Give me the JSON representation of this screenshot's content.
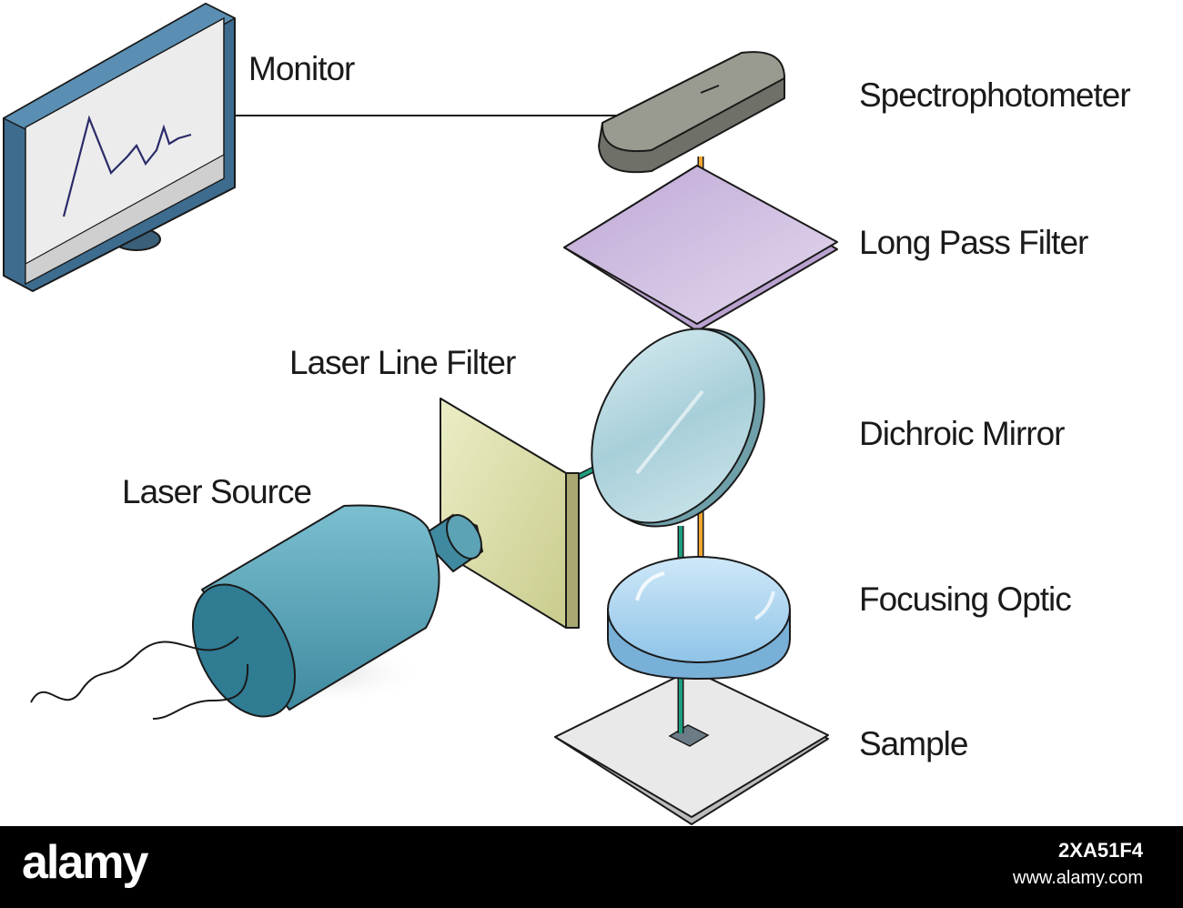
{
  "labels": {
    "monitor": "Monitor",
    "spectrophotometer": "Spectrophotometer",
    "long_pass_filter": "Long Pass Filter",
    "laser_line_filter": "Laser Line Filter",
    "dichroic_mirror": "Dichroic Mirror",
    "laser_source": "Laser Source",
    "focusing_optic": "Focusing Optic",
    "sample": "Sample"
  },
  "footer": {
    "logo": "alamy",
    "image_id": "2XA51F4",
    "url": "www.alamy.com"
  },
  "colors": {
    "laser_beam": "#1e9e7e",
    "scattered_beam": "#f0a630",
    "laser_body": "#4f9db3",
    "laser_filter": "#dadca6",
    "long_pass": "#cbb8dc",
    "mirror": "#b9d8e0",
    "lens": "#a9d2ee",
    "spectrometer": "#8f9085",
    "sample_plate": "#e9e9e9",
    "monitor_frame": "#3d6c8f"
  }
}
